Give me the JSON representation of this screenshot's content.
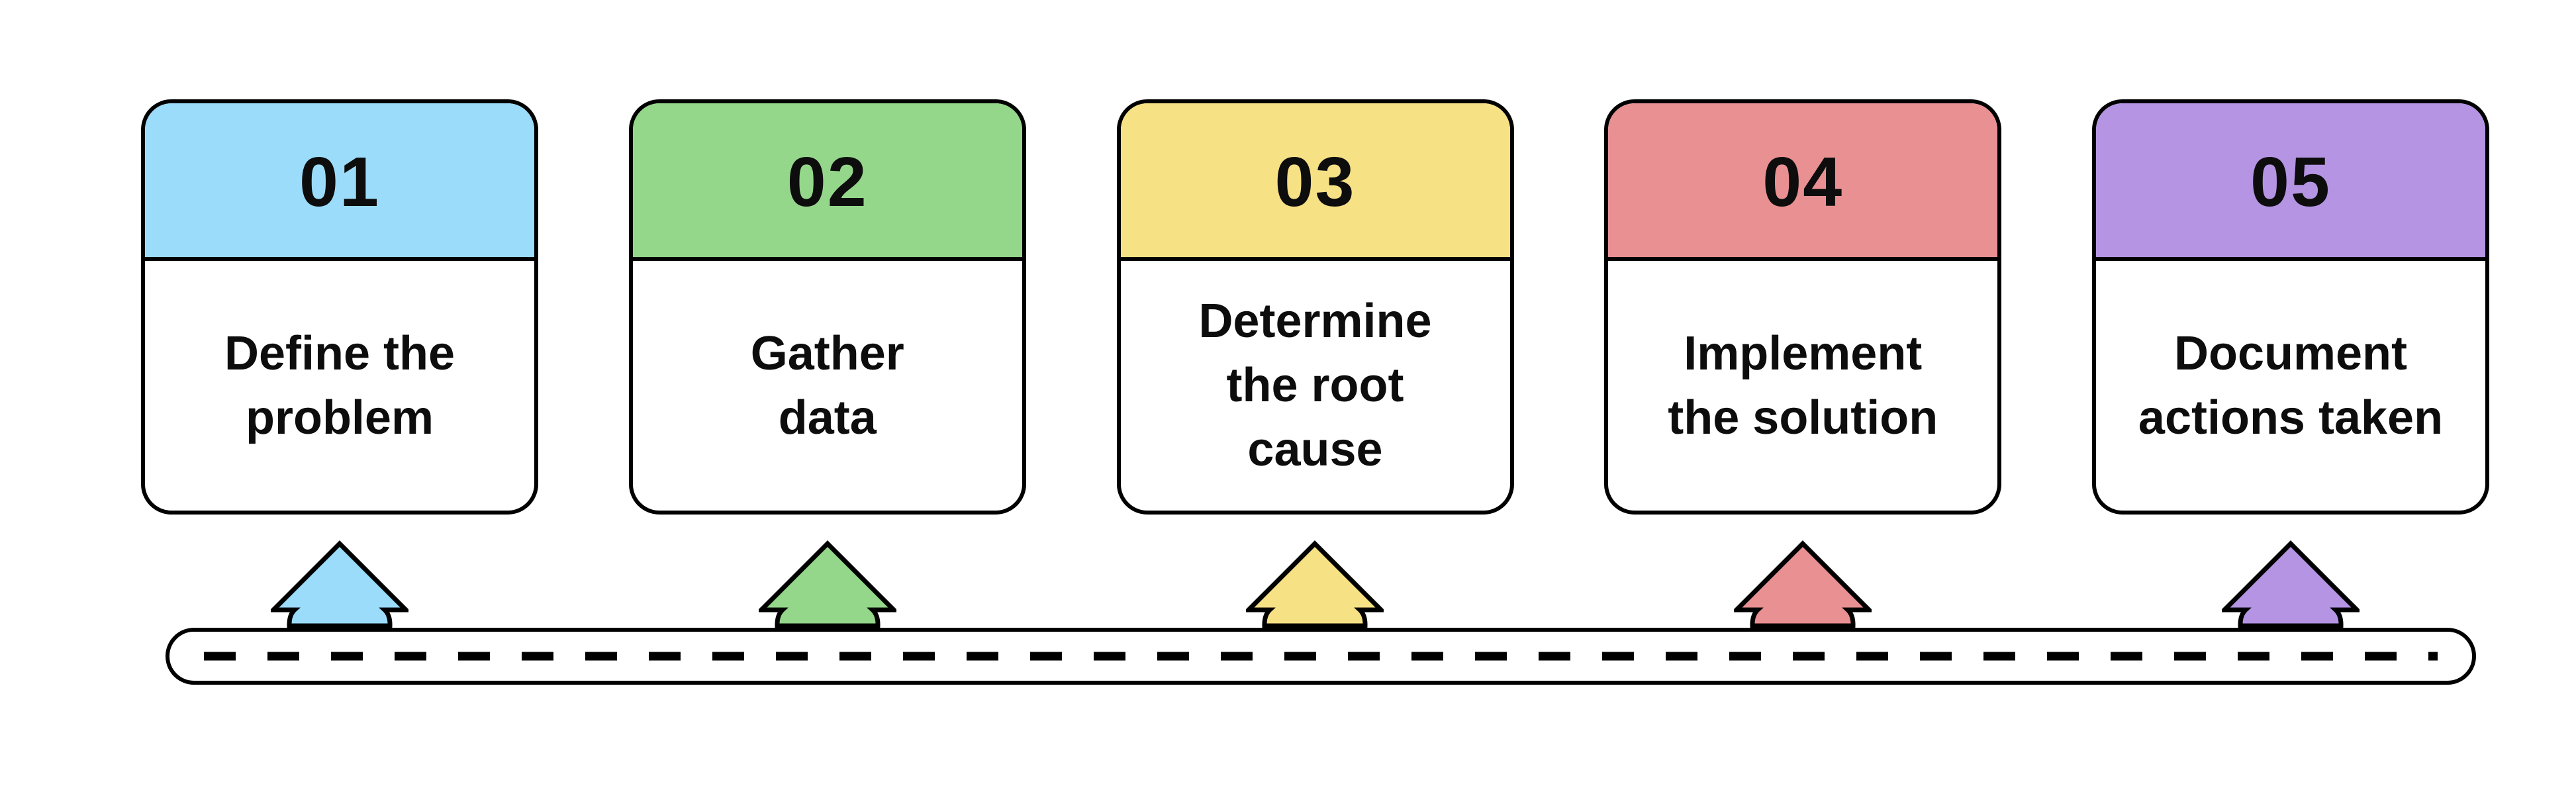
{
  "diagram": {
    "background": "#ffffff",
    "outline_color": "#000000",
    "text_color": "#0d0d0d",
    "steps": [
      {
        "number": "01",
        "label": "Define the\nproblem",
        "color": "#9cdcfb"
      },
      {
        "number": "02",
        "label": "Gather\ndata",
        "color": "#94d78a"
      },
      {
        "number": "03",
        "label": "Determine\nthe root\ncause",
        "color": "#f7e185"
      },
      {
        "number": "04",
        "label": "Implement\nthe solution",
        "color": "#e99092"
      },
      {
        "number": "05",
        "label": "Document\nactions taken",
        "color": "#b494e3"
      }
    ],
    "road": {
      "fill": "#ffffff",
      "border_color": "#000000",
      "dash_color": "#000000"
    }
  }
}
